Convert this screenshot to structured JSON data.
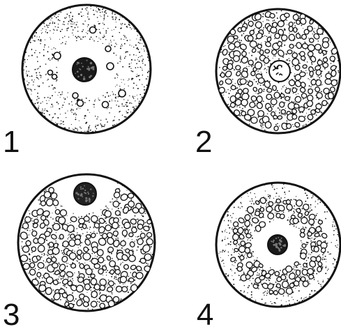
{
  "figure": {
    "panels": [
      {
        "label": "1"
      },
      {
        "label": "2"
      },
      {
        "label": "3"
      },
      {
        "label": "4"
      }
    ]
  },
  "colors": {
    "ink": "#111111",
    "paper": "#ffffff"
  }
}
